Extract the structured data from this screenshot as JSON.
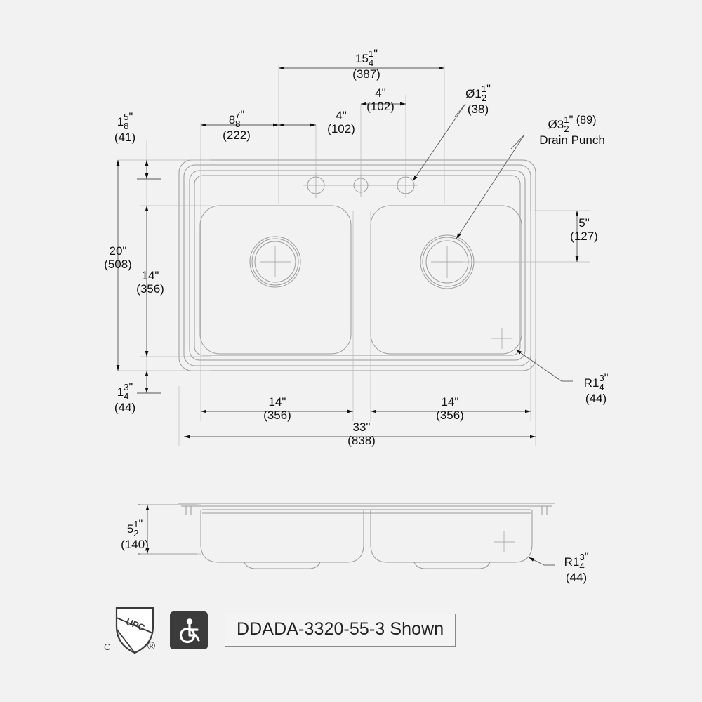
{
  "drawing": {
    "title": "Kitchen sink technical dimension drawing",
    "line_color": "#9a9a9a",
    "dim_color": "#111111",
    "background": "#f2f2f2"
  },
  "dimensions": {
    "top_15_25": {
      "whole": "15",
      "num": "1",
      "den": "4",
      "unit": "\"",
      "metric": "(387)"
    },
    "top_8_875": {
      "whole": "8",
      "num": "7",
      "den": "8",
      "unit": "\"",
      "metric": "(222)"
    },
    "top_4a": {
      "whole": "4\"",
      "metric": "(102)"
    },
    "top_4b": {
      "whole": "4\"",
      "metric": "(102)"
    },
    "left_1_625": {
      "whole": "1",
      "num": "5",
      "den": "8",
      "unit": "\"",
      "metric": "(41)"
    },
    "left_20": {
      "whole": "20\"",
      "metric": "(508)"
    },
    "left_14": {
      "whole": "14\"",
      "metric": "(356)"
    },
    "left_1_75": {
      "whole": "1",
      "num": "3",
      "den": "4",
      "unit": "\"",
      "metric": "(44)"
    },
    "bottom_14_left": {
      "whole": "14\"",
      "metric": "(356)"
    },
    "bottom_14_right": {
      "whole": "14\"",
      "metric": "(356)"
    },
    "bottom_33": {
      "whole": "33\"",
      "metric": "(838)"
    },
    "right_5": {
      "whole": "5\"",
      "metric": "(127)"
    },
    "radius_top": {
      "prefix": "R1",
      "num": "3",
      "den": "4",
      "unit": "\"",
      "metric": "(44)"
    },
    "radius_side": {
      "prefix": "R1",
      "num": "3",
      "den": "4",
      "unit": "\"",
      "metric": "(44)"
    },
    "side_5_5": {
      "whole": "5",
      "num": "1",
      "den": "2",
      "unit": "\"",
      "metric": "(140)"
    }
  },
  "callouts": {
    "faucet_hole": {
      "prefix": "Ø1",
      "num": "1",
      "den": "2",
      "unit": "\"",
      "metric": "(38)"
    },
    "drain_punch": {
      "prefix": "Ø3",
      "num": "1",
      "den": "2",
      "unit": "\" (89)",
      "label": "Drain Punch"
    }
  },
  "footer": {
    "upc_label": "UPC",
    "upc_c": "C",
    "upc_r": "®",
    "accessibility_icon": "wheelchair-icon",
    "model": "DDADA-3320-55-3 Shown"
  }
}
